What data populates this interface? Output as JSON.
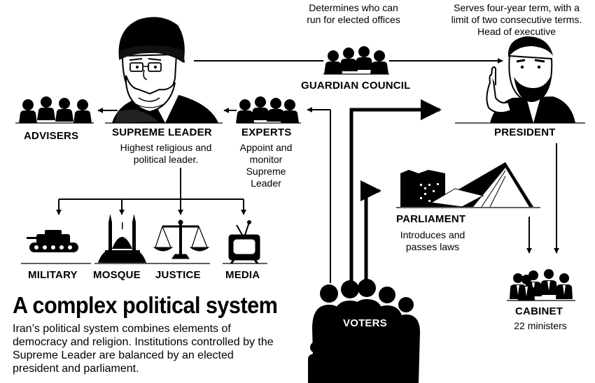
{
  "title": "A complex political system",
  "description": "Iran’s political system combines elements of democracy and religion. Institutions controlled by the Supreme Leader are balanced by an elected president and parliament.",
  "nodes": {
    "advisers": {
      "label": "ADVISERS"
    },
    "supreme_leader": {
      "label": "SUPREME LEADER",
      "desc_lines": [
        "Highest religious and",
        "political leader."
      ]
    },
    "experts": {
      "label": "EXPERTS",
      "desc_lines": [
        "Appoint and",
        "monitor",
        "Supreme",
        "Leader"
      ]
    },
    "guardian_council": {
      "label": "GUARDIAN COUNCIL",
      "desc_lines": [
        "Determines who can",
        "run for elected offices"
      ]
    },
    "president": {
      "label": "PRESIDENT",
      "desc_lines": [
        "Serves four-year term, with a",
        "limit of two consecutive terms.",
        "Head of executive"
      ]
    },
    "parliament": {
      "label": "PARLIAMENT",
      "desc_lines": [
        "Introduces and",
        "passes laws"
      ]
    },
    "cabinet": {
      "label": "CABINET",
      "desc_lines": [
        "22 ministers"
      ]
    },
    "voters": {
      "label": "VOTERS"
    },
    "military": {
      "label": "MILITARY"
    },
    "mosque": {
      "label": "MOSQUE"
    },
    "justice": {
      "label": "JUSTICE"
    },
    "media": {
      "label": "MEDIA"
    }
  },
  "icons": [
    "turban-leader-portrait",
    "people-group-icon",
    "president-portrait",
    "parliament-building-icon",
    "tank-icon",
    "mosque-icon",
    "scales-icon",
    "television-icon",
    "voters-silhouette-icon"
  ]
}
